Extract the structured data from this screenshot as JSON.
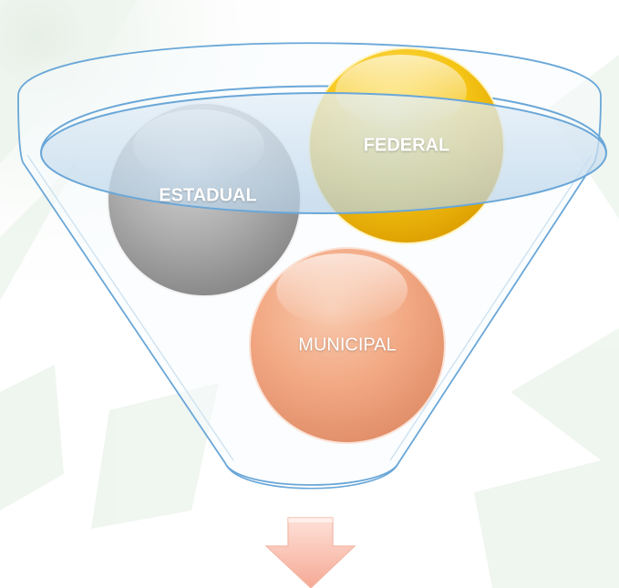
{
  "diagram": {
    "circles": [
      {
        "id": "federal",
        "label": "FEDERAL",
        "color": "#f4bf0e"
      },
      {
        "id": "estadual",
        "label": "ESTADUAL",
        "color": "#a7a7a7"
      },
      {
        "id": "municipal",
        "label": "MUNICIPAL",
        "color": "#f2a883"
      }
    ],
    "colors": {
      "funnel_stroke": "#6aa7d8",
      "funnel_rim_fill": "#cfe3f2",
      "arrow_fill": "#f9c2b4",
      "background_pattern": "#eef5ee"
    },
    "arrow_icon": "down-arrow-icon"
  }
}
